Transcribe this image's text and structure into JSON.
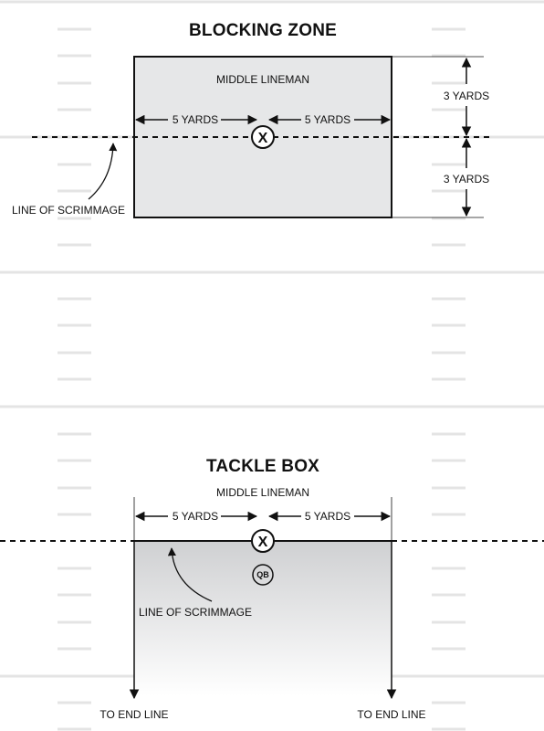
{
  "blocking_zone": {
    "title": "BLOCKING ZONE",
    "middle_label": "MIDDLE LINEMAN",
    "left_width": "5 YARDS",
    "right_width": "5 YARDS",
    "upper_depth": "3 YARDS",
    "lower_depth": "3 YARDS",
    "scrimmage_label": "LINE OF SCRIMMAGE",
    "player_marker": "X"
  },
  "tackle_box": {
    "title": "TACKLE BOX",
    "middle_label": "MIDDLE LINEMAN",
    "left_width": "5 YARDS",
    "right_width": "5 YARDS",
    "scrimmage_label": "LINE OF SCRIMMAGE",
    "player_marker": "X",
    "qb_marker": "QB",
    "left_end_label": "TO END LINE",
    "right_end_label": "TO END LINE"
  },
  "colors": {
    "zone_fill": "#e6e7e8",
    "yard_line": "#e4e4e4",
    "ink": "#111111"
  }
}
